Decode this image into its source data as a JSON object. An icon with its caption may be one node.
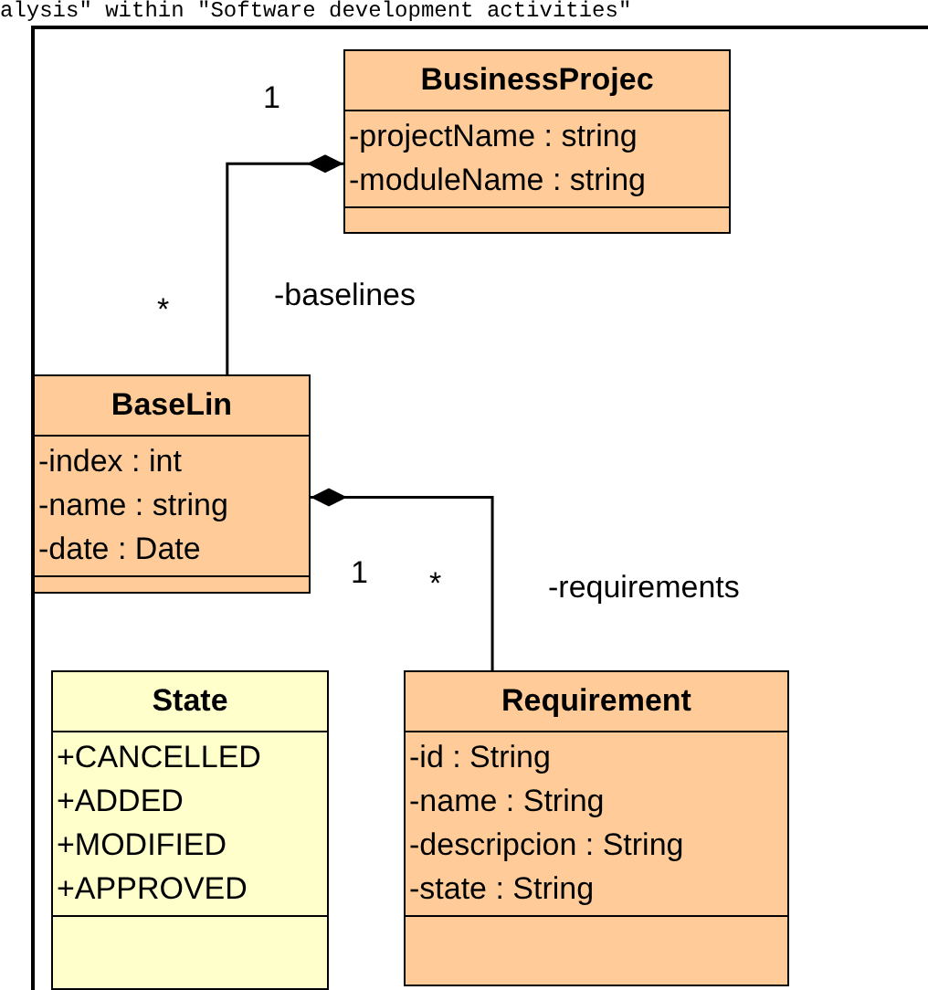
{
  "diagram": {
    "title": "alysis\" within \"Software development activities\"",
    "nodes": [
      {
        "text": [
          "BusinessProjec",
          "-projectName : string",
          "-moduleName : string"
        ]
      },
      {
        "text": [
          "BaseLin",
          "-index : int",
          "-name : string",
          "-date : Date"
        ]
      },
      {
        "text": [
          "State",
          "+CANCELLED",
          "+ADDED",
          "+MODIFIED",
          "+APPROVED"
        ]
      },
      {
        "text": [
          "Requirement",
          "-id : String",
          "-name : String",
          "-descripcion : String",
          "-state : String"
        ]
      }
    ],
    "edges": [
      {
        "from": 0,
        "to": 1,
        "arrow": "other",
        "label": "-baselines"
      },
      {
        "from": 1,
        "to": 3,
        "arrow": "other",
        "label": "-requirements"
      }
    ],
    "labels": [
      "1",
      "*",
      "1",
      "*"
    ]
  }
}
